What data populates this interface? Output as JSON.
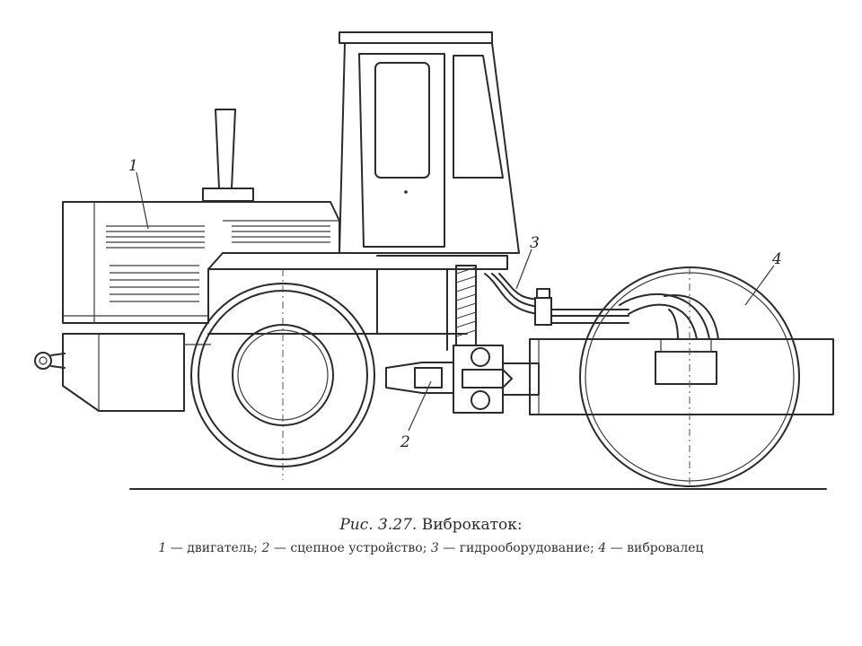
{
  "figure": {
    "labels": {
      "engine": "1",
      "coupling": "2",
      "hydraulics": "3",
      "roller": "4"
    },
    "caption": {
      "prefix": "Рис. 3.27.",
      "title": "Виброкаток:",
      "legend": [
        {
          "num": "1",
          "text": "двигатель;"
        },
        {
          "num": "2",
          "text": "сцепное устройство;"
        },
        {
          "num": "3",
          "text": "гидрооборудование;"
        },
        {
          "num": "4",
          "text": "вибровалец"
        }
      ]
    }
  }
}
